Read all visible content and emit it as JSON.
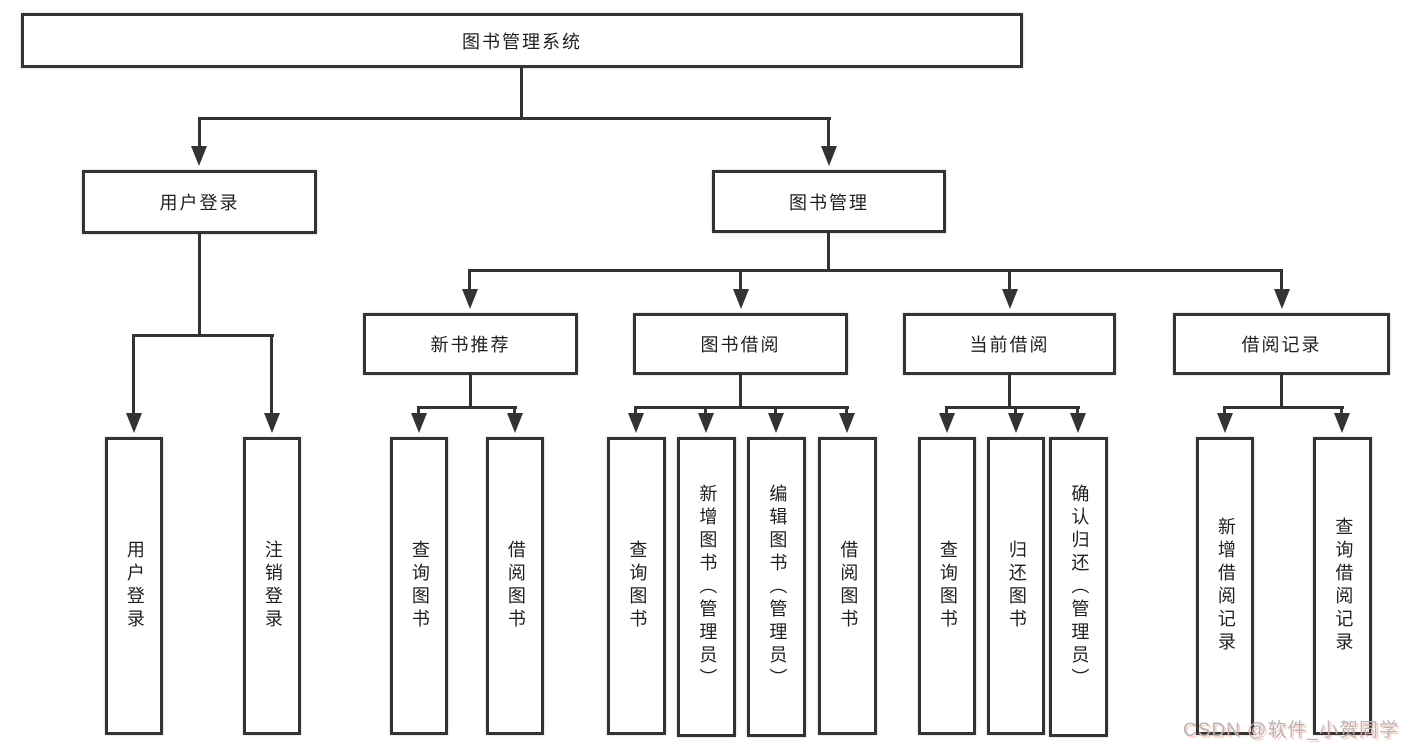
{
  "diagram": {
    "root": {
      "label": "图书管理系统"
    },
    "level2": {
      "user_login": {
        "label": "用户登录"
      },
      "book_mgmt": {
        "label": "图书管理"
      }
    },
    "level3": {
      "new_books": {
        "label": "新书推荐"
      },
      "book_borrow": {
        "label": "图书借阅"
      },
      "current_borrow": {
        "label": "当前借阅"
      },
      "borrow_records": {
        "label": "借阅记录"
      }
    },
    "leaves": {
      "user_login": [
        "用户登录",
        "注销登录"
      ],
      "new_books": [
        "查询图书",
        "借阅图书"
      ],
      "book_borrow": [
        "查询图书",
        "新增图书（管理员）",
        "编辑图书（管理员）",
        "借阅图书"
      ],
      "current_borrow": [
        "查询图书",
        "归还图书",
        "确认归还（管理员）"
      ],
      "borrow_records": [
        "新增借阅记录",
        "查询借阅记录"
      ]
    }
  },
  "watermark": {
    "text": "CSDN @软件_小贺同学"
  },
  "colors": {
    "line": "#333333",
    "text": "#1f1f1f",
    "background": "#ffffff",
    "watermark_gray": "#b7b7ba",
    "watermark_red": "#fc5531"
  }
}
